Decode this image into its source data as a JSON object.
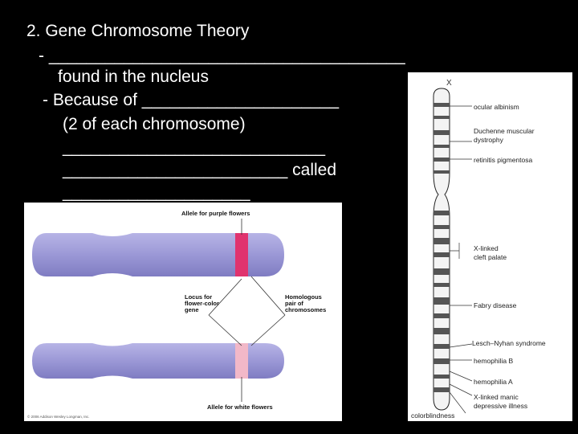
{
  "slide": {
    "title": "2. Gene Chromosome Theory",
    "line1": "- ______________________________________",
    "line2": "found in the nucleus",
    "line3": "- Because of _____________________",
    "line4": "(2 of each chromosome)",
    "line5": "____________________________",
    "line6": "________________________ called",
    "line7": "____________________"
  },
  "homolog_figure": {
    "label_purple": "Allele for purple flowers",
    "label_locus": "Locus for flower-color gene",
    "label_homologous": "Homologous pair of chromosomes",
    "label_white": "Allele for white flowers",
    "copyright": "© 2006 Addison Wesley Longman, Inc.",
    "chromosome_color": "#9b98d6",
    "purple_band_color": "#e0336e",
    "white_band_color": "#f2b8c8"
  },
  "x_figure": {
    "chromosome_label": "X",
    "genes": [
      "ocular albinism",
      "Duchenne muscular dystrophy",
      "retinitis pigmentosa",
      "X-linked cleft palate",
      "Fabry disease",
      "Lesch–Nyhan syndrome",
      "hemophilia B",
      "hemophilia A",
      "X-linked manic depressive illness",
      "colorblindness"
    ]
  }
}
